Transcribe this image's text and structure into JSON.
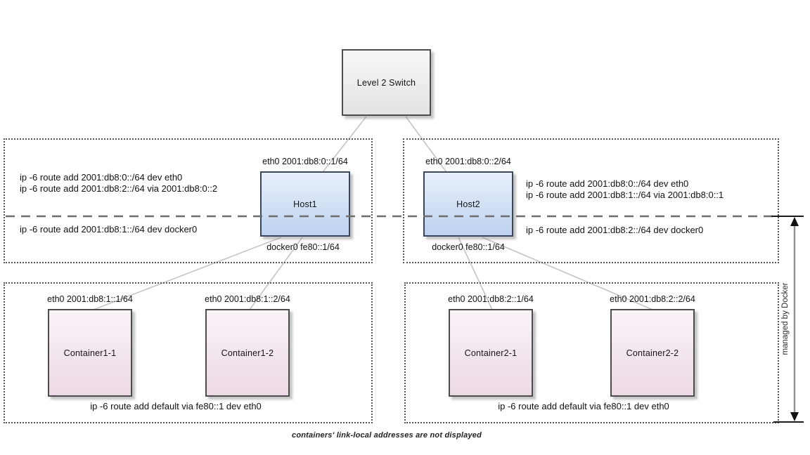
{
  "switch": {
    "label": "Level 2 Switch"
  },
  "hosts": [
    {
      "name": "Host1",
      "eth_label": "eth0 2001:db8:0::1/64",
      "docker_label": "docker0 fe80::1/64",
      "routes_above": [
        "ip -6 route add 2001:db8:0::/64 dev eth0",
        "ip -6 route add 2001:db8:2::/64 via 2001:db8:0::2"
      ],
      "routes_below": [
        "ip -6 route add 2001:db8:1::/64 dev docker0"
      ]
    },
    {
      "name": "Host2",
      "eth_label": "eth0 2001:db8:0::2/64",
      "docker_label": "docker0 fe80::1/64",
      "routes_above": [
        "ip -6 route add 2001:db8:0::/64 dev eth0",
        "ip -6 route add 2001:db8:1::/64 via 2001:db8:0::1"
      ],
      "routes_below": [
        "ip -6 route add 2001:db8:2::/64 dev docker0"
      ]
    }
  ],
  "containers": [
    {
      "name": "Container1-1",
      "eth_label": "eth0 2001:db8:1::1/64"
    },
    {
      "name": "Container1-2",
      "eth_label": "eth0 2001:db8:1::2/64"
    },
    {
      "name": "Container2-1",
      "eth_label": "eth0 2001:db8:2::1/64"
    },
    {
      "name": "Container2-2",
      "eth_label": "eth0 2001:db8:2::2/64"
    }
  ],
  "groups": [
    {
      "default_route": "ip -6 route add default via fe80::1 dev eth0"
    },
    {
      "default_route": "ip -6 route add default via fe80::1 dev eth0"
    }
  ],
  "annotations": {
    "managed_by": "managed by Docker",
    "footnote": "containers' link-local addresses are not displayed"
  },
  "colors": {
    "switch_fill_top": "#f7f7f7",
    "switch_fill_bottom": "#e3e3e3",
    "host_fill_top": "#e9f0fb",
    "host_fill_bottom": "#bdd2ef",
    "container_fill_top": "#f9f3f8",
    "container_fill_bottom": "#ecd9e5",
    "connector_line": "#c4c4c4",
    "dashed_boundary": "#6e6e6e",
    "arrow_line": "#909090"
  }
}
